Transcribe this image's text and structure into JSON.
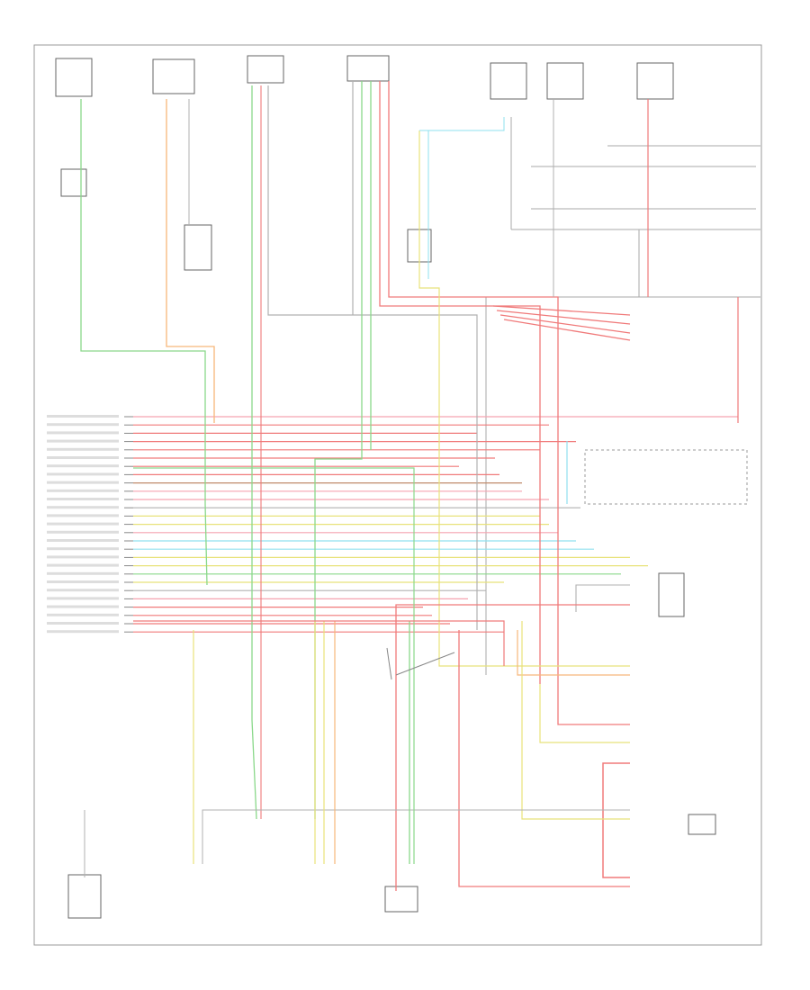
{
  "diagram": {
    "ecm_title": "",
    "pin_count": 27,
    "footer_left": "",
    "footer_right": "",
    "wire_colors": {
      "red": "#f07a7a",
      "pink": "#f5a3b0",
      "green": "#8ad88a",
      "orange": "#f7b77a",
      "yellow": "#e8e27a",
      "cyan": "#8fe0ef",
      "brown": "#c08a6a",
      "gray": "#b0b0b0",
      "violet": "#c8a0e0"
    },
    "components": [
      {
        "id": "fuse",
        "icon": "fuse-icon"
      },
      {
        "id": "ignition-switch",
        "icon": "switch-icon"
      },
      {
        "id": "relay-top",
        "icon": "relay-icon"
      },
      {
        "id": "brake-switch",
        "icon": "switch-icon"
      },
      {
        "id": "transmission-range-sensor",
        "icon": "sensor-icon"
      },
      {
        "id": "output-shaft-sensor",
        "icon": "sensor-icon"
      },
      {
        "id": "turbine-speed-sensor",
        "icon": "sensor-icon"
      },
      {
        "id": "data-link-connector",
        "icon": "connector-icon"
      },
      {
        "id": "overdrive-switch",
        "icon": "switch-icon"
      },
      {
        "id": "solenoid-body",
        "icon": "solenoid-icon"
      }
    ]
  }
}
